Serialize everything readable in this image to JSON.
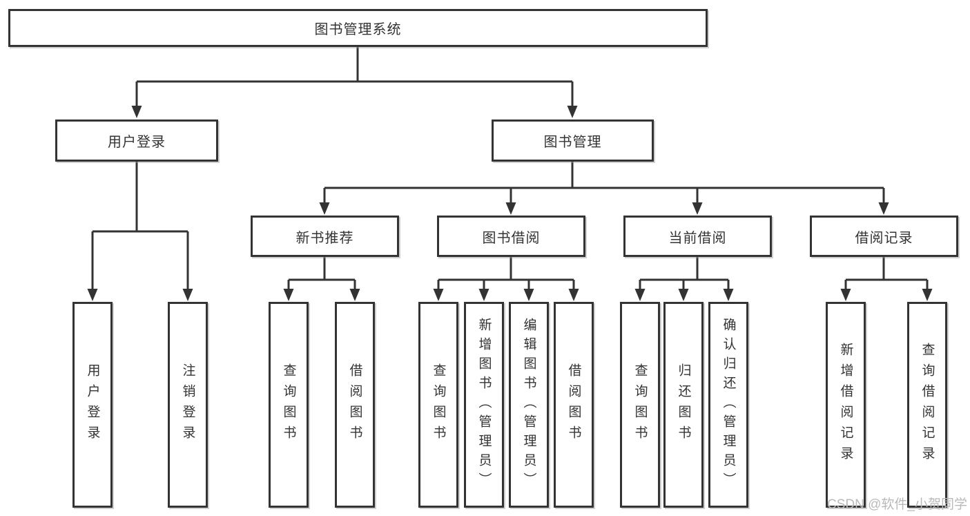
{
  "diagram": {
    "root": {
      "label": "图书管理系统"
    },
    "branches": [
      {
        "label": "用户登录",
        "children": [
          {
            "label": "用户登录"
          },
          {
            "label": "注销登录"
          }
        ]
      },
      {
        "label": "图书管理",
        "children": [
          {
            "label": "新书推荐",
            "children": [
              {
                "label": "查询图书"
              },
              {
                "label": "借阅图书"
              }
            ]
          },
          {
            "label": "图书借阅",
            "children": [
              {
                "label": "查询图书"
              },
              {
                "label": "新增图书（管理员）"
              },
              {
                "label": "编辑图书（管理员）"
              },
              {
                "label": "借阅图书"
              }
            ]
          },
          {
            "label": "当前借阅",
            "children": [
              {
                "label": "查询图书"
              },
              {
                "label": "归还图书"
              },
              {
                "label": "确认归还（管理员）"
              }
            ]
          },
          {
            "label": "借阅记录",
            "children": [
              {
                "label": "新增借阅记录"
              },
              {
                "label": "查询借阅记录"
              }
            ]
          }
        ]
      }
    ]
  },
  "watermark": {
    "text": "CSDN @软件_小贺同学"
  },
  "colors": {
    "line": "#333333",
    "box_border": "#333333",
    "box_fill": "#ffffff",
    "text": "#333333",
    "watermark": "#b9b9b9"
  }
}
